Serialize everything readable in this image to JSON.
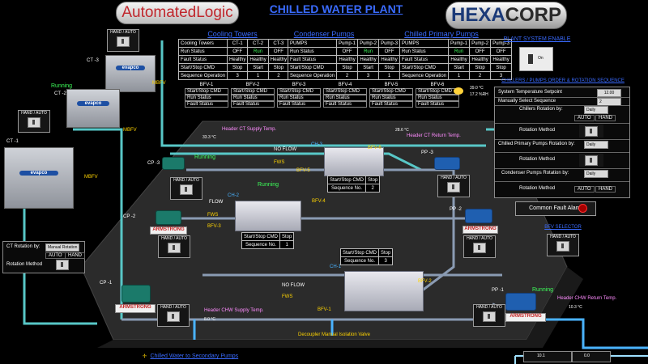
{
  "header": {
    "title": "CHILLED WATER PLANT",
    "logo_left": "AutomatedLogic",
    "logo_right_a": "HEXA",
    "logo_right_b": "CORP"
  },
  "cooling_towers": {
    "title": "Cooling Towers",
    "cols": [
      "Cooling Towers",
      "CT-1",
      "CT-2",
      "CT-3"
    ],
    "rows": [
      {
        "label": "Run Status",
        "v": [
          "OFF",
          "Run",
          "OFF"
        ]
      },
      {
        "label": "Fault Status",
        "v": [
          "Healthy",
          "Healthy",
          "Healthy"
        ]
      },
      {
        "label": "Start/Stop CMD",
        "v": [
          "Stop",
          "Start",
          "Stop"
        ]
      },
      {
        "label": "Sequence Operation",
        "v": [
          "3",
          "1",
          "2"
        ]
      }
    ]
  },
  "condenser_pumps": {
    "title": "Condenser Pumps",
    "cols": [
      "PUMPS",
      "Pump-1",
      "Pump-2",
      "Pump-3"
    ],
    "rows": [
      {
        "label": "Run Status",
        "v": [
          "OFF",
          "Run",
          "OFF"
        ]
      },
      {
        "label": "Fault Status",
        "v": [
          "Healthy",
          "Healthy",
          "Healthy"
        ]
      },
      {
        "label": "Start/Stop CMD",
        "v": [
          "Stop",
          "Start",
          "Stop"
        ]
      },
      {
        "label": "Sequence Operation",
        "v": [
          "2",
          "3",
          "1"
        ]
      }
    ]
  },
  "chilled_primary_pumps": {
    "title": "Chilled Primary Pumps",
    "cols": [
      "PUMPS",
      "Pump-1",
      "Pump-2",
      "Pump-3"
    ],
    "rows": [
      {
        "label": "Run Status",
        "v": [
          "Run",
          "OFF",
          "OFF"
        ]
      },
      {
        "label": "Fault Status",
        "v": [
          "Healthy",
          "Healthy",
          "Healthy"
        ]
      },
      {
        "label": "Start/Stop CMD",
        "v": [
          "Start",
          "Stop",
          "Stop"
        ]
      },
      {
        "label": "Sequence Operation",
        "v": [
          "1",
          "2",
          "3"
        ]
      }
    ]
  },
  "bfv_panels": [
    {
      "title": "BFV-1"
    },
    {
      "title": "BFV-2"
    },
    {
      "title": "BFV-3"
    },
    {
      "title": "BFV-4"
    },
    {
      "title": "BFV-5"
    },
    {
      "title": "BFV-6"
    }
  ],
  "bfv_rows": [
    "Start/Stop CMD",
    "Run Status",
    "Fault Status"
  ],
  "plant_enable": {
    "title": "PLANT SYSTEM ENABLE",
    "state": "On"
  },
  "weather": {
    "temp": "39.0 °C",
    "humidity": "17.2 %RH"
  },
  "sequence": {
    "title": "CHILLERS / PUMPS ORDER & ROTATION SEQUENCE",
    "setpoint_label": "System Temperature Setpoint",
    "setpoint_value": "12.00",
    "manual_label": "Manually Select Sequence",
    "manual_value": "2",
    "chillers_rot_label": "Chillers Rotation by:",
    "chillers_rot_value": "Daily",
    "auto": "AUTO",
    "hand": "HAND",
    "rotation_method": "Rotation Method",
    "cpp_rot_label": "Chilled Primary Pumps Rotation by:",
    "cpp_rot_value": "Daily",
    "cdp_rot_label": "Condenser Pumps Rotation by:",
    "cdp_rot_value": "Daily"
  },
  "alarm": {
    "label": "Common Fault Alarm"
  },
  "bfv_selector": {
    "title": "BFV SELECTOR",
    "mode": "HAND / AUTO"
  },
  "ct_rotation": {
    "label": "CT Rotation by:",
    "value": "Manual Rotation",
    "auto": "AUTO",
    "hand": "HAND",
    "method": "Rotation Method"
  },
  "plant_labels": {
    "hand_auto": "HAND / AUTO",
    "ct1": "CT -1",
    "ct2": "CT -2",
    "ct3": "CT -3",
    "running": "Running",
    "mbfv": "MBFV",
    "evapco": "evapco",
    "armstrong": "ARMSTRONG",
    "cp1": "CP -1",
    "cp2": "CP -2",
    "cp3": "CP -3",
    "pp1": "PP -1",
    "pp2": "PP -2",
    "pp3": "PP -3",
    "ch1": "CH-1",
    "ch2": "CH-2",
    "ch3": "CH-3",
    "bfv1": "BFV-1",
    "bfv2": "BFV-2",
    "bfv3": "BFV-3",
    "bfv4": "BFV-4",
    "bfv5": "BFV-5",
    "bfv6": "BFV-6",
    "fws": "FWS",
    "flow": "FLOW",
    "no_flow": "NO FLOW",
    "start_stop_cmd": "Start/Stop CMD",
    "stop": "Stop",
    "sequence_no": "Sequence No.",
    "ch3_seq": "2",
    "ch2_seq": "1",
    "ch1_seq": "3",
    "header_ct_supply": "Header CT Supply Temp.",
    "ct_supply_val": "33.3 °C",
    "header_ct_return": "Header CT Return Temp.",
    "ct_return_val": "28.6 °C",
    "header_chw_supply": "Header CHW Supply Temp.",
    "chw_supply_val": "8.0 °C",
    "header_chw_return": "Header CHW Return Temp.",
    "chw_return_val": "10.3 °C",
    "decoupler": "Decoupler Manual Isolation Valve",
    "secondary": "Chilled Water to Secondary Pumps",
    "gauge_a": "10.1",
    "gauge_b": "0.0"
  },
  "colors": {
    "link": "#3a6bff",
    "running": "#3dff5a",
    "pipe_cw": "#4ab3ff",
    "pipe_ct": "#58c7c7"
  }
}
